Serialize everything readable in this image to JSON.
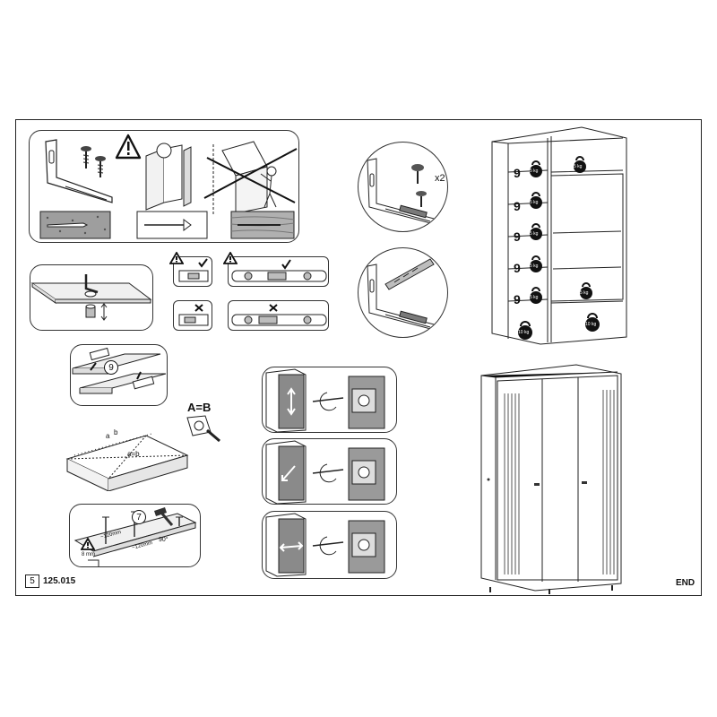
{
  "footer": {
    "page_number": "5",
    "product_code": "125.015",
    "end_label": "END"
  },
  "steps": {
    "screw_count": "x2",
    "equal_label": "A=B",
    "diag_a": "a",
    "diag_b": "b",
    "diag_eq": "a=b",
    "step_nine": "9",
    "step_seven": "7",
    "angle_label": "90°",
    "spacing_left": "~120mm",
    "spacing_right": "~120mm",
    "gap_label": "8 mm"
  },
  "loads": {
    "shelf_count_label": "9",
    "shelf_weight": "5 kg",
    "bottom_weight": "10 kg"
  },
  "icons": {
    "warning": "warning-triangle-icon",
    "check": "check-icon",
    "cross": "cross-icon",
    "kettlebell": "kettlebell-weight-icon",
    "hammer": "hammer-icon",
    "tape": "tape-measure-icon"
  },
  "colors": {
    "line": "#222222",
    "fill_grey": "#bdbdbd",
    "dark_grey": "#7a7a7a"
  }
}
